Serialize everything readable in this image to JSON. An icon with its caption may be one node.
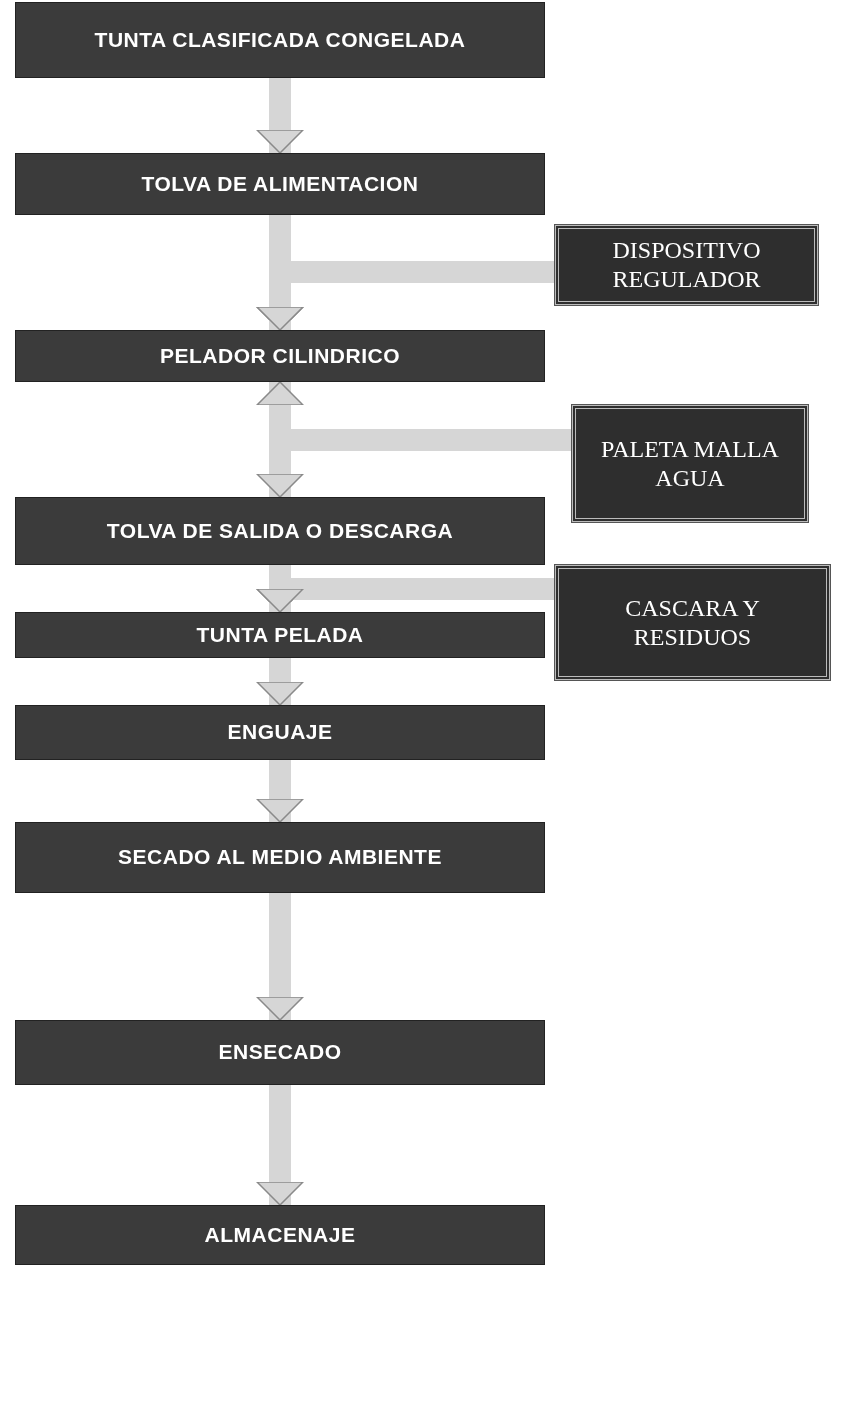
{
  "diagram": {
    "nodes": [
      {
        "text": [
          "TUNTA CLASIFICADA CONGELADA"
        ]
      },
      {
        "text": [
          "TOLVA DE ALIMENTACION"
        ]
      },
      {
        "text": [
          "DISPOSITIVO REGULADOR"
        ]
      },
      {
        "text": [
          "PELADOR CILINDRICO"
        ]
      },
      {
        "text": [
          "PALETA MALLA AGUA"
        ]
      },
      {
        "text": [
          "TOLVA DE SALIDA O DESCARGA"
        ]
      },
      {
        "text": [
          "CASCARA Y RESIDUOS"
        ]
      },
      {
        "text": [
          "TUNTA PELADA"
        ]
      },
      {
        "text": [
          "ENGUAJE"
        ]
      },
      {
        "text": [
          "SECADO AL MEDIO AMBIENTE"
        ]
      },
      {
        "text": [
          "ENSECADO"
        ]
      },
      {
        "text": [
          "ALMACENAJE"
        ]
      }
    ],
    "edges": [
      {
        "from": 0,
        "to": 1,
        "arrow": "to"
      },
      {
        "from": 1,
        "to": 3,
        "arrow": "to"
      },
      {
        "from": 2,
        "to": 3,
        "arrow": "to"
      },
      {
        "from": 3,
        "to": 5,
        "arrow": "to"
      },
      {
        "from": 4,
        "to": 3,
        "arrow": "to"
      },
      {
        "from": 5,
        "to": 7,
        "arrow": "to"
      },
      {
        "from": 6,
        "to": 7,
        "arrow": "to"
      },
      {
        "from": 7,
        "to": 8,
        "arrow": "to"
      },
      {
        "from": 8,
        "to": 9,
        "arrow": "to"
      },
      {
        "from": 9,
        "to": 10,
        "arrow": "to"
      },
      {
        "from": 10,
        "to": 11,
        "arrow": "to"
      }
    ]
  }
}
